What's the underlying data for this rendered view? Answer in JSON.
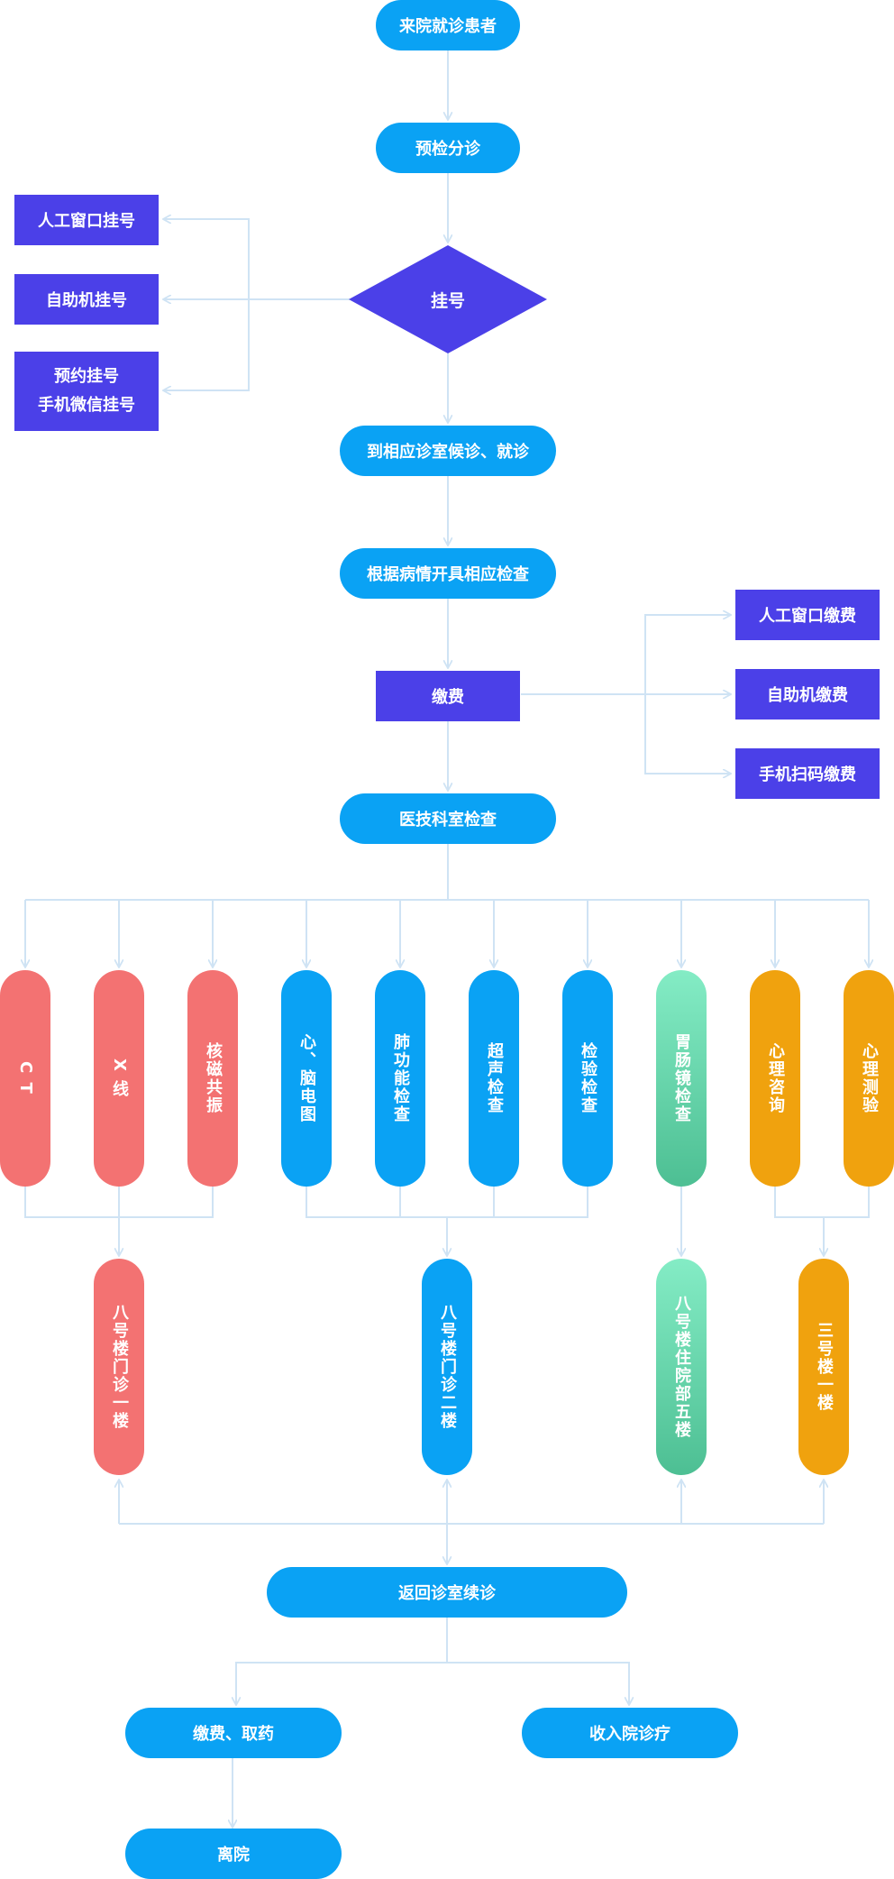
{
  "colors": {
    "pill_blue": "#0aa2f4",
    "purple": "#4b40e8",
    "red": "#f37272",
    "green": "#5fd0a6",
    "orange": "#f0a20e",
    "connector": "#cfe3f4"
  },
  "flow": {
    "arrive": "来院就诊患者",
    "triage": "预检分诊",
    "register": "挂号",
    "reg_methods": [
      "人工窗口挂号",
      "自助机挂号",
      "预约挂号",
      "手机微信挂号"
    ],
    "wait_clinic": "到相应诊室候诊、就诊",
    "order_exam": "根据病情开具相应检查",
    "pay": "缴费",
    "pay_methods": [
      "人工窗口缴费",
      "自助机缴费",
      "手机扫码缴费"
    ],
    "tech_exam": "医技科室检查",
    "exams": [
      "C T",
      "X 线",
      "核磁共振",
      "心、脑电图",
      "肺功能检查",
      "超声检查",
      "检验检查",
      "胃肠镜检查",
      "心理咨询",
      "心理测验"
    ],
    "locations": [
      "八号楼门诊一楼",
      "八号楼门诊二楼",
      "八号楼住院部五楼",
      "三号楼一楼"
    ],
    "return_clinic": "返回诊室续诊",
    "pay_medicine": "缴费、取药",
    "admission": "收入院诊疗",
    "leave": "离院"
  }
}
